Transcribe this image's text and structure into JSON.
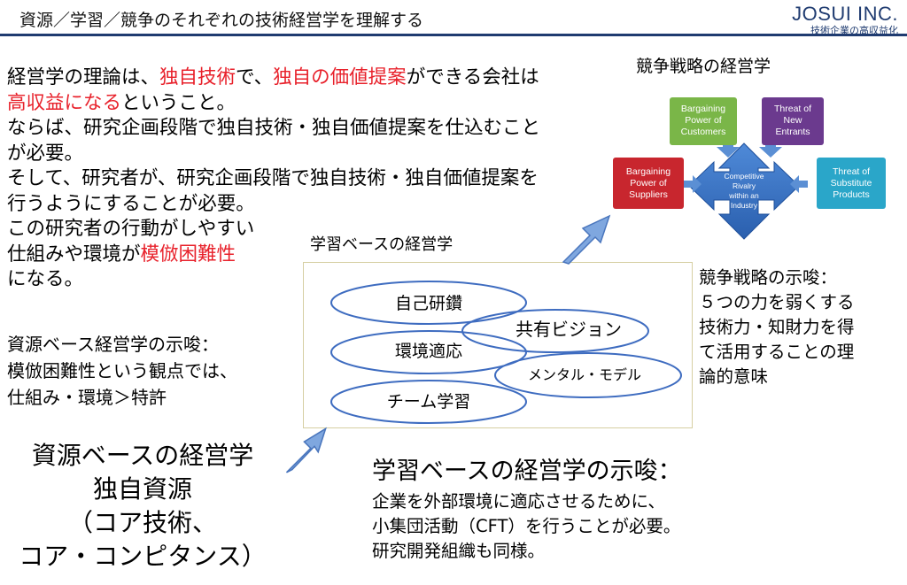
{
  "header": {
    "title": "資源／学習／競争のそれぞれの技術経営学を理解する",
    "brand_name": "JOSUI INC.",
    "brand_tagline": "技術企業の高収益化"
  },
  "intro": {
    "line1_a": "経営学の理論は、",
    "line1_b": "独自技術",
    "line1_c": "で、",
    "line1_d": "独自の価値提案",
    "line1_e": "ができる会社は",
    "line2_a": "高収益になる",
    "line2_b": "ということ。",
    "line3": "ならば、研究企画段階で独自技術・独自価値提案を仕込むこと",
    "line4": "が必要。",
    "line5": "そして、研究者が、研究企画段階で独自技術・独自価値提案を",
    "line6": "行うようにすることが必要。",
    "line7": "この研究者の行動がしやすい",
    "line8_a": "仕組みや環境が",
    "line8_b": "模倣困難性",
    "line9": "になる。"
  },
  "resource_hint": {
    "line1": "資源ベース経営学の示唆：",
    "line2": "模倣困難性という観点では、",
    "line3": "仕組み・環境＞特許"
  },
  "resource_box": {
    "line1": "資源ベースの経営学",
    "line2": "独自資源",
    "line3": "（コア技術、",
    "line4": "コア・コンピタンス）"
  },
  "learning": {
    "title": "学習ベースの経営学",
    "ellipses": [
      "自己研鑽",
      "共有ビジョン",
      "環境適応",
      "メンタル・モデル",
      "チーム学習"
    ]
  },
  "learning_hint": {
    "title": "学習ベースの経営学の示唆：",
    "line1": "企業を外部環境に適応させるために、",
    "line2": "小集団活動（CFT）を行うことが必要。",
    "line3": "研究開発組織も同様。"
  },
  "competition": {
    "title": "競争戦略の経営学",
    "forces": {
      "customers": [
        "Bargaining",
        "Power of",
        "Customers"
      ],
      "entrants": [
        "Threat of",
        "New",
        "Entrants"
      ],
      "suppliers": [
        "Bargaining",
        "Power of",
        "Suppliers"
      ],
      "substitutes": [
        "Threat of",
        "Substitute",
        "Products"
      ],
      "rivalry": [
        "Competitive",
        "Rivalry",
        "within an",
        "Industry"
      ]
    },
    "colors": {
      "customers": "#7ab648",
      "entrants": "#6b3a8e",
      "suppliers": "#c8262e",
      "substitutes": "#2aa6c9",
      "rivalry": "#2f6fc0",
      "arrow_small": "#5b8fd4"
    }
  },
  "competition_hint": {
    "line1": "競争戦略の示唆：",
    "line2": "５つの力を弱くする",
    "line3": "技術力・知財力を得",
    "line4": "て活用することの理",
    "line5": "論的意味"
  },
  "colors": {
    "accent_red": "#e8212b",
    "brand_navy": "#1f3b70",
    "ellipse_blue": "#3e6cc0",
    "arrow_fill": "#7fa7df",
    "arrow_stroke": "#4a76bd"
  }
}
